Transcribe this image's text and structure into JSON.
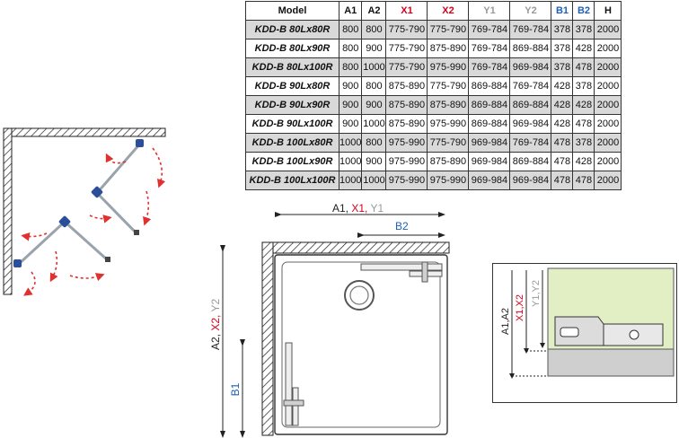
{
  "table": {
    "headers": [
      {
        "label": "Model",
        "color": "#111111"
      },
      {
        "label": "A1",
        "color": "#111111"
      },
      {
        "label": "A2",
        "color": "#111111"
      },
      {
        "label": "X1",
        "color": "#d6001c"
      },
      {
        "label": "X2",
        "color": "#d6001c"
      },
      {
        "label": "Y1",
        "color": "#9a9a9a"
      },
      {
        "label": "Y2",
        "color": "#9a9a9a"
      },
      {
        "label": "B1",
        "color": "#1f5fb4"
      },
      {
        "label": "B2",
        "color": "#1f5fb4"
      },
      {
        "label": "H",
        "color": "#111111"
      }
    ],
    "rows": [
      [
        "KDD-B 80Lx80R",
        "800",
        "800",
        "775-790",
        "775-790",
        "769-784",
        "769-784",
        "378",
        "378",
        "2000"
      ],
      [
        "KDD-B 80Lx90R",
        "800",
        "900",
        "775-790",
        "875-890",
        "769-784",
        "869-884",
        "378",
        "428",
        "2000"
      ],
      [
        "KDD-B 80Lx100R",
        "800",
        "1000",
        "775-790",
        "975-990",
        "769-784",
        "969-984",
        "378",
        "478",
        "2000"
      ],
      [
        "KDD-B 90Lx80R",
        "900",
        "800",
        "875-890",
        "775-790",
        "869-884",
        "769-784",
        "428",
        "378",
        "2000"
      ],
      [
        "KDD-B 90Lx90R",
        "900",
        "900",
        "875-890",
        "875-890",
        "869-884",
        "869-884",
        "428",
        "428",
        "2000"
      ],
      [
        "KDD-B 90Lx100R",
        "900",
        "1000",
        "875-890",
        "975-990",
        "869-884",
        "969-984",
        "428",
        "478",
        "2000"
      ],
      [
        "KDD-B 100Lx80R",
        "1000",
        "800",
        "975-990",
        "775-790",
        "969-984",
        "769-784",
        "478",
        "378",
        "2000"
      ],
      [
        "KDD-B 100Lx90R",
        "1000",
        "900",
        "975-990",
        "875-890",
        "969-984",
        "869-884",
        "478",
        "428",
        "2000"
      ],
      [
        "KDD-B 100Lx100R",
        "1000",
        "1000",
        "975-990",
        "975-990",
        "969-984",
        "969-984",
        "478",
        "478",
        "2000"
      ]
    ]
  },
  "plan": {
    "width_label_a": "A1,",
    "width_label_x": "X1,",
    "width_label_y": "Y1",
    "b2_label": "B2",
    "height_label_a": "A2,",
    "height_label_x": "X2,",
    "height_label_y": "Y2",
    "b1_label": "B1"
  },
  "detail": {
    "label_a": "A1,A2",
    "label_x": "X1,X2",
    "label_y": "Y1,Y2"
  },
  "colors": {
    "red": "#d6001c",
    "blue": "#1f5fb4",
    "grey": "#9a9a9a",
    "green": "#e2eec3",
    "floor": "#cfcfcf",
    "hinge": "#2a4e9a",
    "arrow": "#e03030"
  }
}
